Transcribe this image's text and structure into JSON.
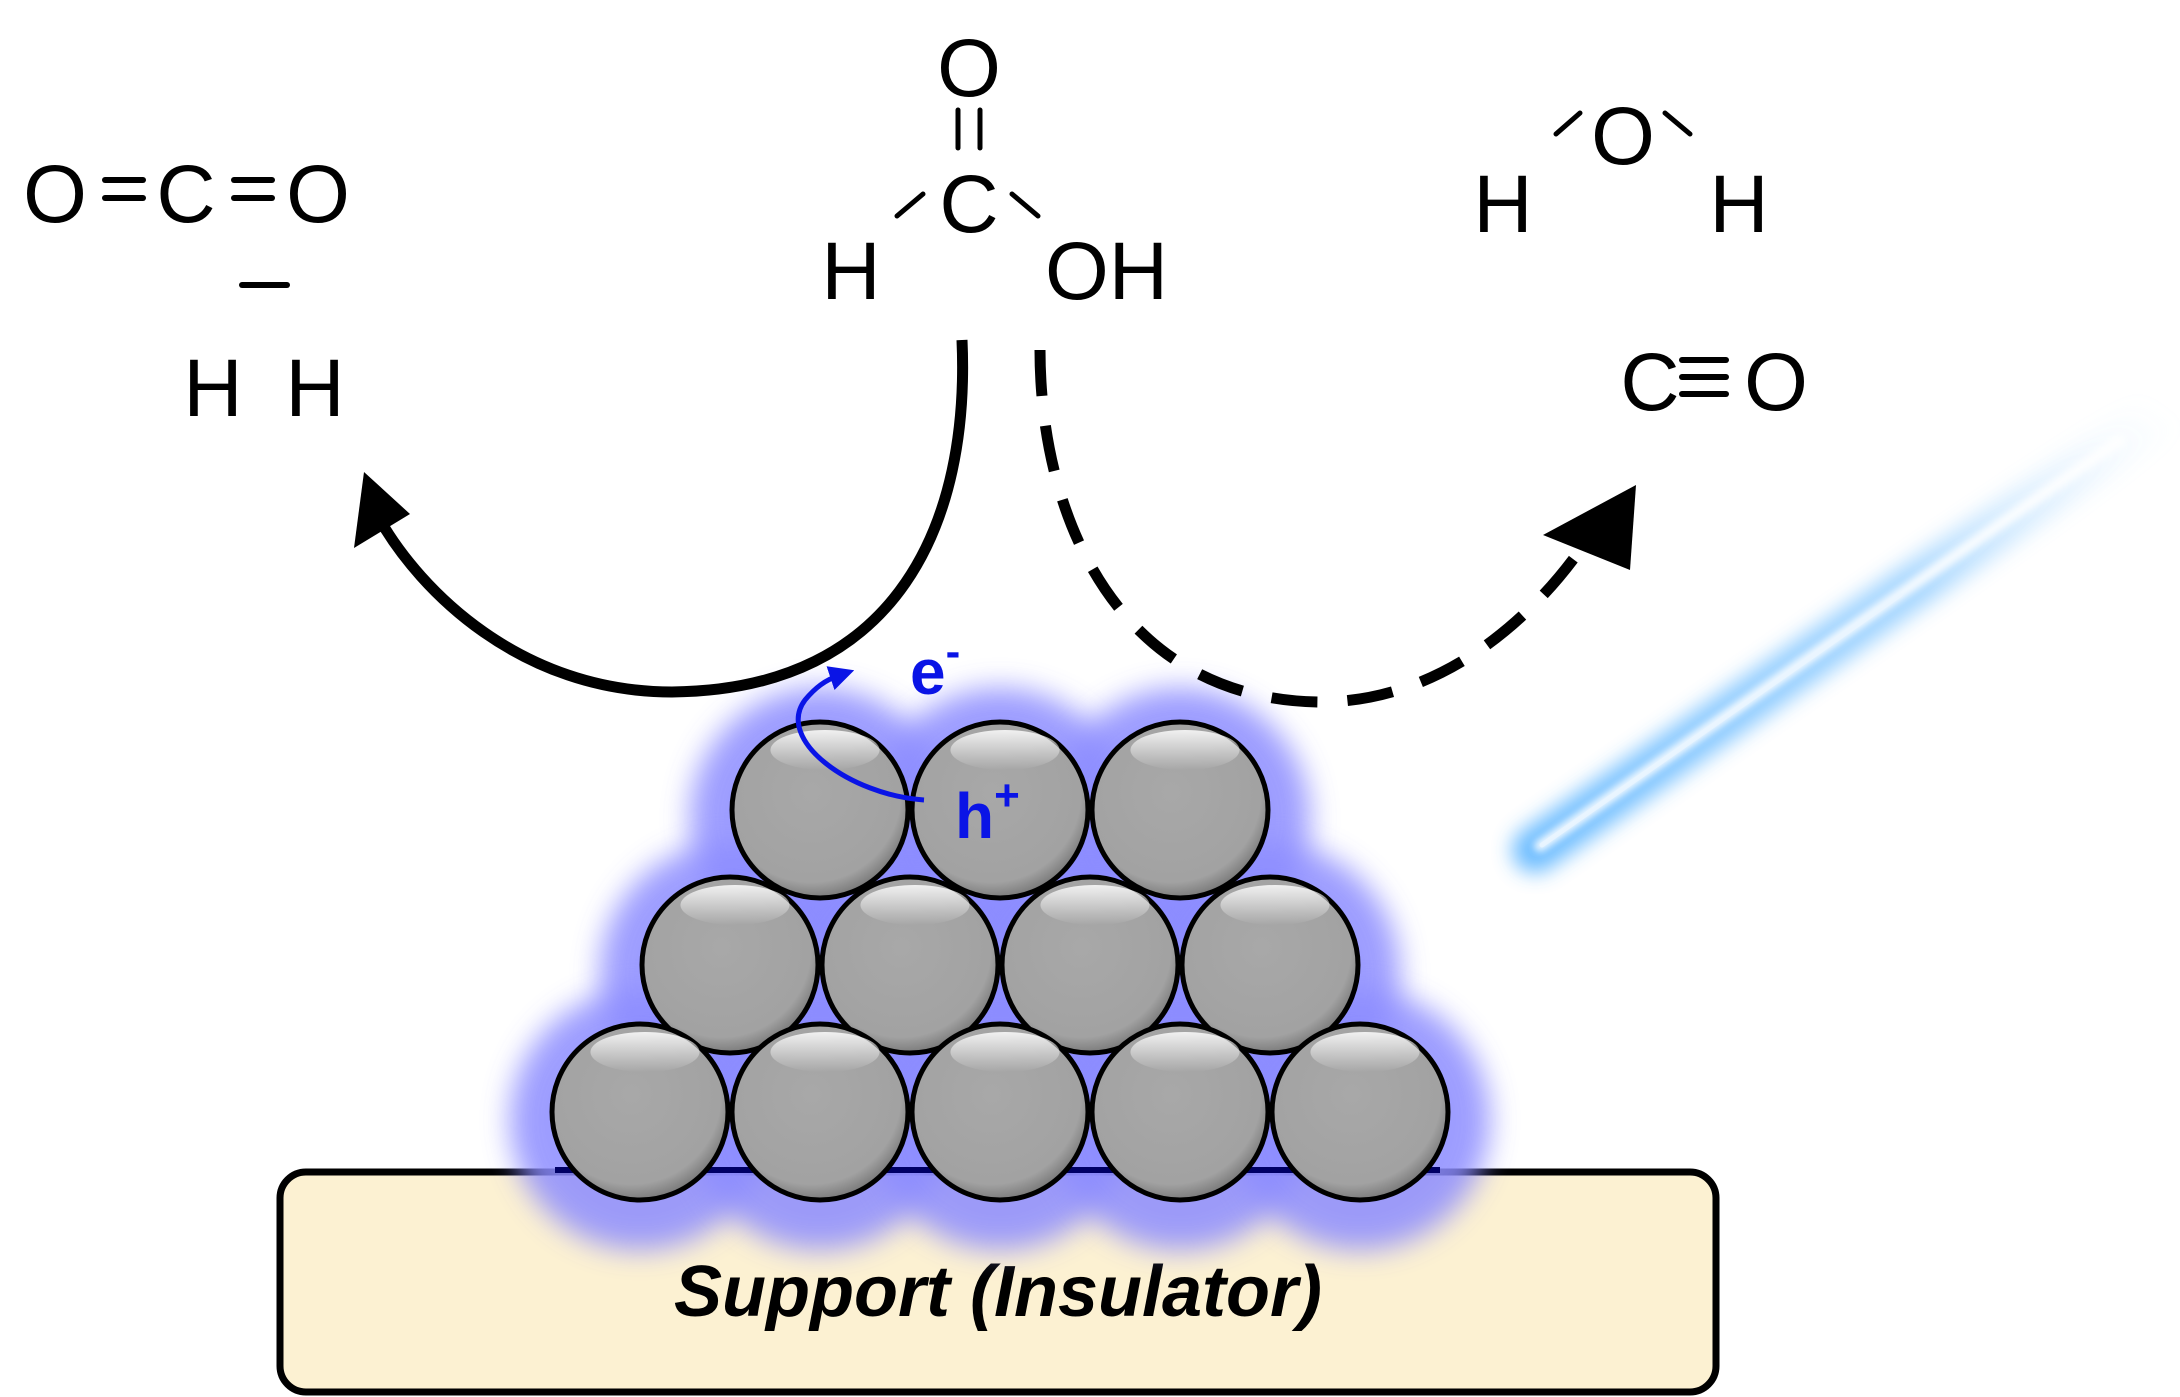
{
  "molecules": {
    "co2": {
      "atoms": [
        "O",
        "C",
        "O"
      ],
      "bonds": [
        "double",
        "double"
      ],
      "name": "carbon dioxide"
    },
    "h2": {
      "atoms": [
        "H",
        "H"
      ],
      "bonds": [
        "single"
      ],
      "name": "hydrogen"
    },
    "formic_acid": {
      "atoms": {
        "top": "O",
        "center": "C",
        "left": "H",
        "right": "OH"
      },
      "name": "formic acid"
    },
    "water": {
      "atoms": {
        "center": "O",
        "left": "H",
        "right": "H"
      },
      "name": "water"
    },
    "co": {
      "atoms": [
        "C",
        "O"
      ],
      "bonds": [
        "triple"
      ],
      "name": "carbon monoxide"
    }
  },
  "carriers": {
    "electron": {
      "base": "e",
      "sup": "-"
    },
    "hole": {
      "base": "h",
      "sup": "+"
    }
  },
  "pathways": {
    "solid": {
      "from": "formic_acid",
      "to": "h2",
      "style": "solid"
    },
    "dashed": {
      "from": "formic_acid",
      "to": "co",
      "style": "dashed"
    }
  },
  "particles": {
    "rows": [
      3,
      4,
      5
    ],
    "color": "#a4a4a4",
    "glow_color": "#8c8cff"
  },
  "support": {
    "label": "Support (Insulator)",
    "fill": "#fcf1d2"
  },
  "light": {
    "color": "#5fb6ff"
  }
}
